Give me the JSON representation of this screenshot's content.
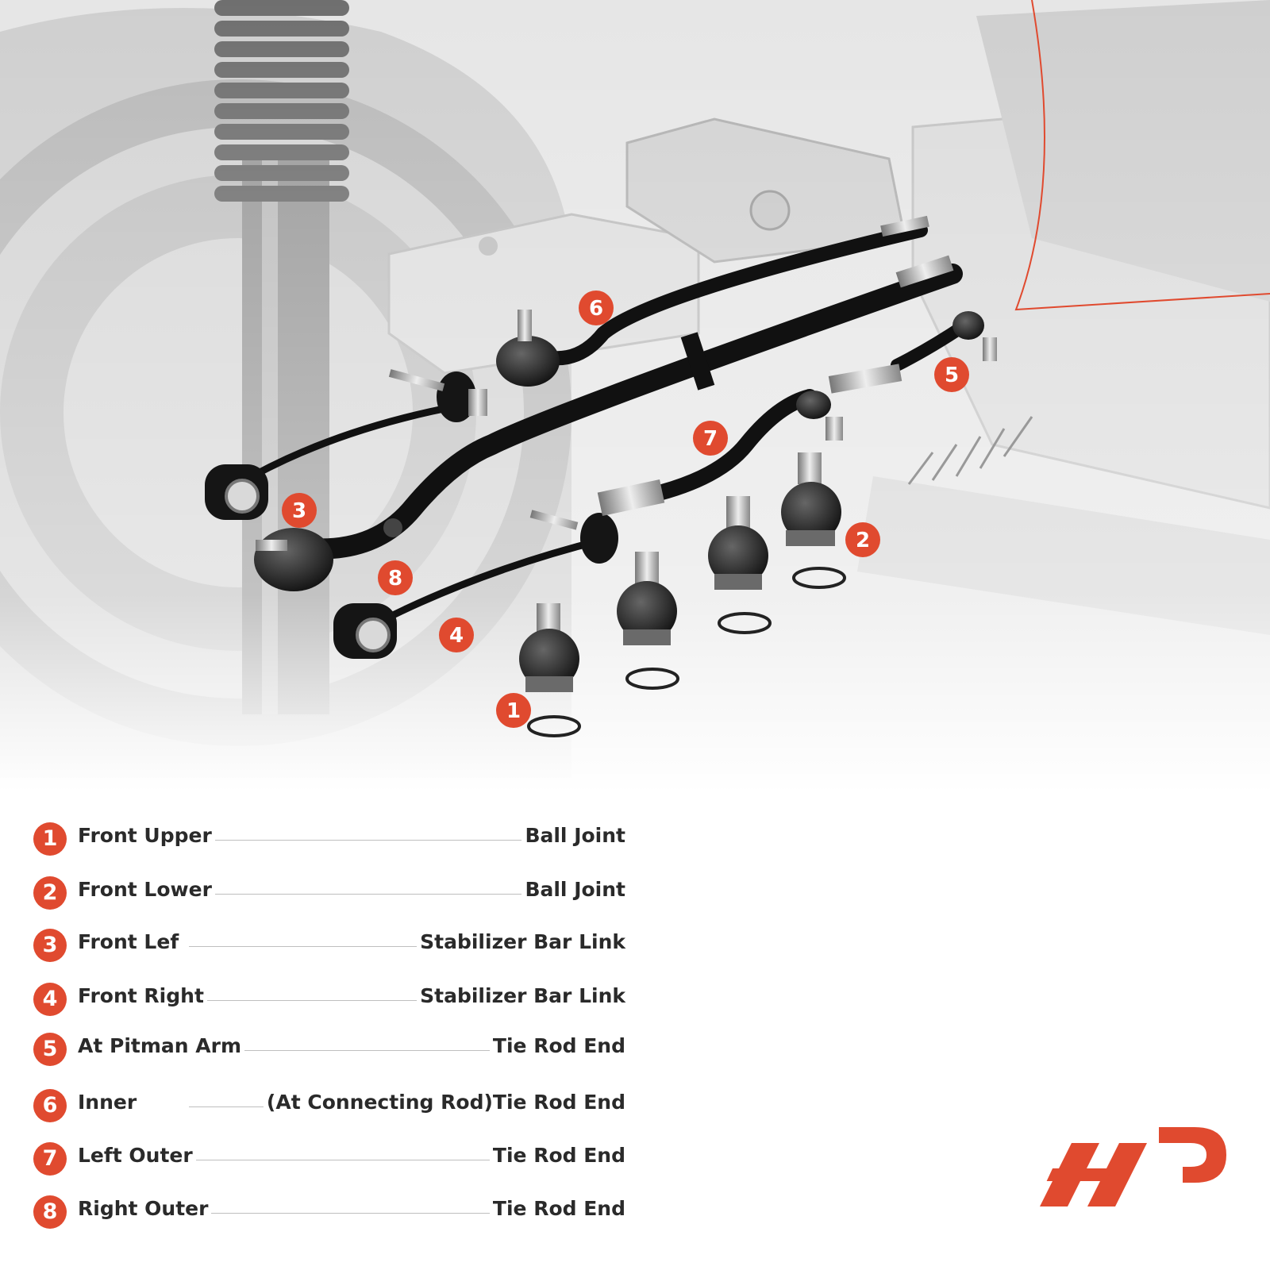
{
  "colors": {
    "accent": "#e04a2f",
    "text": "#2a2a2a",
    "leader": "#bfbfbf"
  },
  "parts": [
    {
      "num": "1",
      "name": "Front Upper",
      "type": "Ball Joint"
    },
    {
      "num": "2",
      "name": "Front Lower",
      "type": "Ball Joint"
    },
    {
      "num": "3",
      "name": "Front Lef",
      "type": "Stabilizer Bar Link"
    },
    {
      "num": "4",
      "name": "Front Right",
      "type": "Stabilizer Bar Link"
    },
    {
      "num": "5",
      "name": "At Pitman Arm",
      "type": "Tie Rod End"
    },
    {
      "num": "6",
      "name": "Inner",
      "type": "(At Connecting Rod)Tie Rod End"
    },
    {
      "num": "7",
      "name": "Left Outer",
      "type": "Tie Rod End"
    },
    {
      "num": "8",
      "name": "Right Outer",
      "type": "Tie Rod End"
    }
  ],
  "callouts": {
    "c1": "1",
    "c2": "2",
    "c3": "3",
    "c4": "4",
    "c5": "5",
    "c6": "6",
    "c7": "7",
    "c8": "8"
  },
  "logo": {
    "icon": "ap-logo-icon"
  }
}
